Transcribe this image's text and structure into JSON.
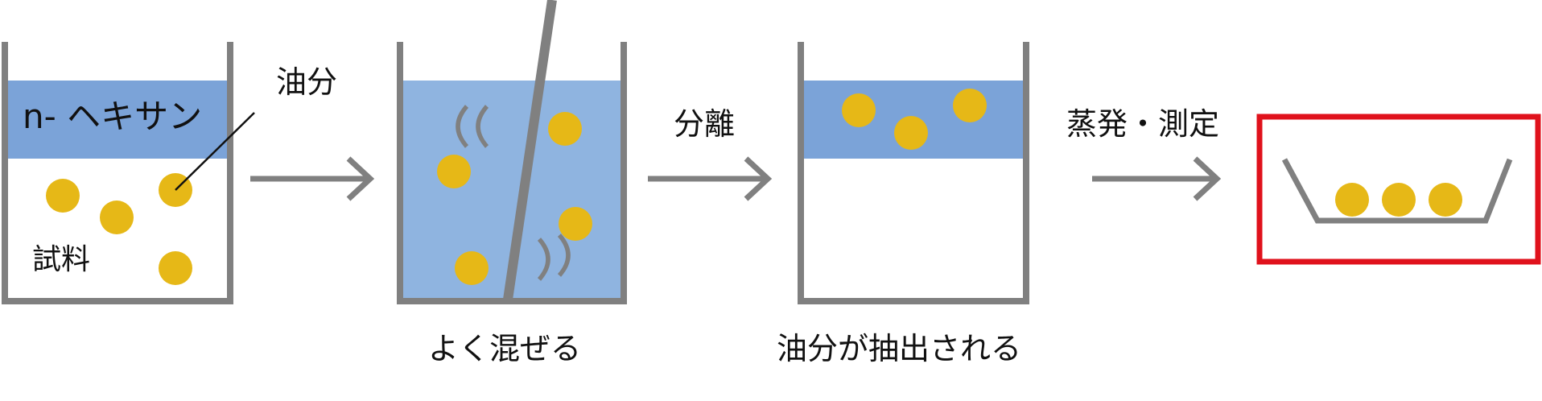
{
  "labels": {
    "hexane": "n- ヘキサン",
    "oil": "油分",
    "sample": "試料",
    "separation": "分離",
    "evaporation": "蒸発・測定",
    "mix": "よく混ぜる",
    "extracted": "油分が抽出される"
  },
  "colors": {
    "beaker": "#808080",
    "hexane_layer": "#7ba3d8",
    "mixed_liquid": "#8fb4e0",
    "oil_drop": "#e6b817",
    "highlight_frame": "#e0121c",
    "text": "#111111",
    "pointer_line": "#111111"
  }
}
